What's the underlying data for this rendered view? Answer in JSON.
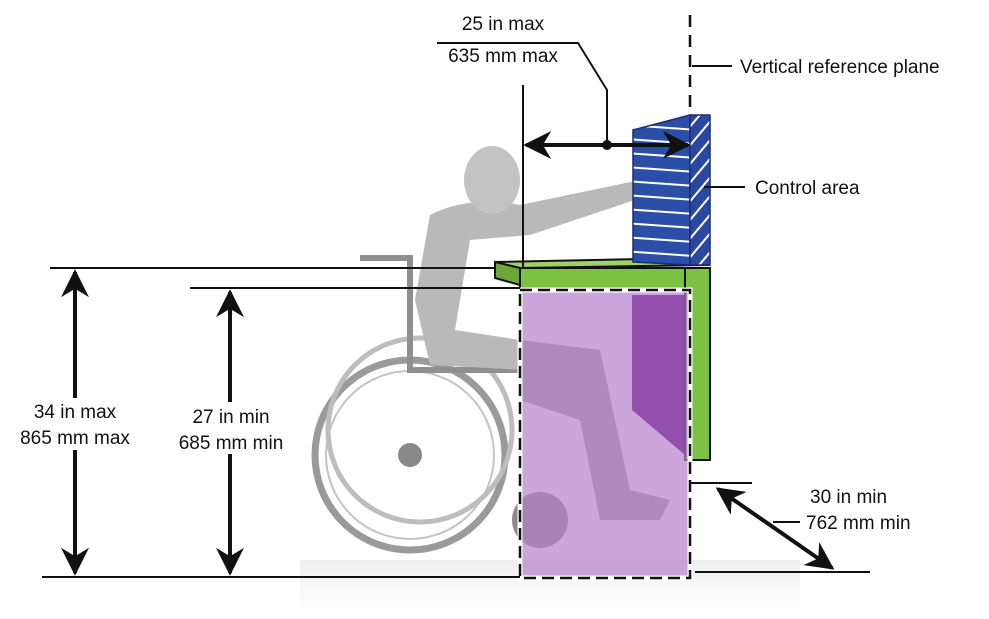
{
  "title": "Wheelchair forward reach over an obstruction",
  "labels": {
    "reach_in": "25 in max",
    "reach_mm": "635 mm max",
    "vertical_plane": "Vertical reference plane",
    "control_area": "Control area",
    "counter_height_in": "34 in max",
    "counter_height_mm": "865 mm max",
    "knee_height_in": "27 in min",
    "knee_height_mm": "685 mm min",
    "depth_in": "30 in min",
    "depth_mm": "762 mm min"
  },
  "colors": {
    "control_area": "#2b4fa8",
    "counter": "#7cc242",
    "knee_space": "#b57fcc",
    "figure": "#a9a9a9"
  }
}
